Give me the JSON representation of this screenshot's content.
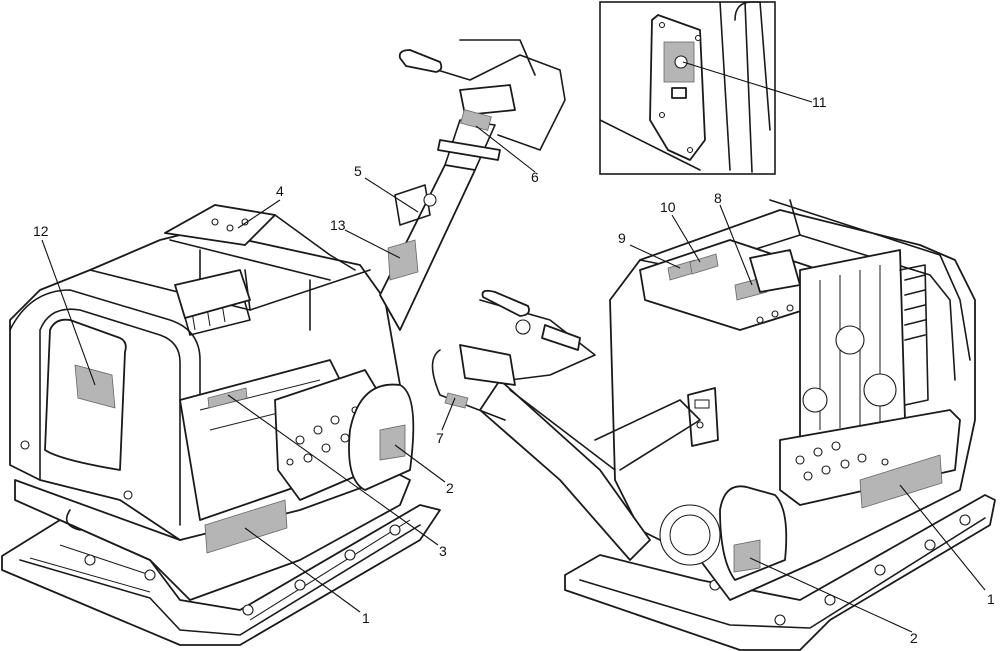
{
  "callouts": [
    "1",
    "2",
    "3",
    "4",
    "5",
    "6",
    "7",
    "8",
    "9",
    "10",
    "11",
    "12",
    "13"
  ],
  "colors": {
    "line": "#1a1a1a",
    "label_patch": "#b5b5b5",
    "background": "#ffffff"
  }
}
